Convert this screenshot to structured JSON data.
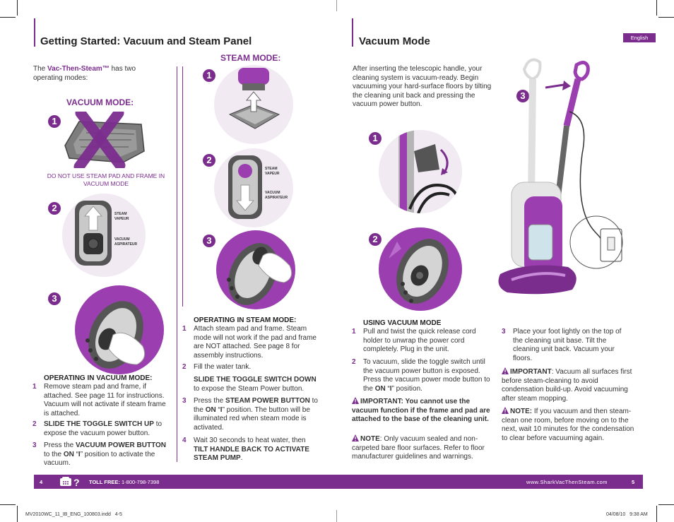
{
  "lang_tab": "English",
  "left_title": "Getting Started: Vacuum and Steam Panel",
  "right_title": "Vacuum Mode",
  "intro": {
    "pre": "The ",
    "brand": "Vac-Then-Steam™",
    "post": " has two operating modes:"
  },
  "vacuum_mode_label": "VACUUM MODE:",
  "steam_mode_label": "STEAM MODE:",
  "no_steam_pad_warning": "DO NOT USE STEAM PAD AND FRAME IN VACUUM MODE",
  "panel_labels": {
    "steam": "STEAM",
    "vapeur": "VAPEUR",
    "vacuum": "VACUUM",
    "aspirateur": "ASPIRATEUR"
  },
  "step_numbers": [
    "1",
    "2",
    "3"
  ],
  "operating_vacuum": {
    "heading": "OPERATING IN VACUUM MODE:",
    "steps": [
      {
        "n": "1",
        "text": "Remove steam pad and frame, if attached. See page 11 for instructions. Vacuum will not activate if steam frame is attached."
      },
      {
        "n": "2",
        "bold": "SLIDE THE TOGGLE SWITCH UP",
        "rest": " to expose the vacuum power button."
      },
      {
        "n": "3",
        "pre": "Press the ",
        "bold": "VACUUM POWER BUTTON",
        "mid": " to the ",
        "on": "ON",
        "q1": " “",
        "i": "I",
        "q2": "” position to activate the vacuum."
      }
    ]
  },
  "operating_steam": {
    "heading": "OPERATING IN STEAM MODE:",
    "s1": {
      "n": "1",
      "text": "Attach steam pad and frame. Steam mode will not work if the pad and frame are NOT attached. See page 8 for assembly instructions."
    },
    "s2": {
      "n": "2",
      "text": "Fill the water tank."
    },
    "s2b": {
      "bold": "SLIDE THE TOGGLE SWITCH DOWN",
      "rest": "to expose the Steam Power button."
    },
    "s3": {
      "n": "3",
      "pre": "Press the ",
      "bold": "STEAM POWER BUTTON",
      "mid": " to the ",
      "on": "ON",
      "q1": " “",
      "i": "I",
      "q2": "” position. The button will be illuminated red when steam mode is activated."
    },
    "s4": {
      "n": "4",
      "pre": "Wait 30 seconds to heat water, then ",
      "bold": "TILT HANDLE BACK TO ACTIVATE STEAM PUMP",
      "post": "."
    }
  },
  "vacuum_intro": "After inserting the telescopic handle, your cleaning system is vacuum-ready. Begin vacuuming your hard-surface floors by tilting the cleaning unit back and pressing the vacuum power button.",
  "using_vacuum": {
    "heading": "USING VACUUM MODE",
    "s1": {
      "n": "1",
      "text": "Pull and twist the quick release cord holder to unwrap the power cord completely. Plug in the unit."
    },
    "s2": {
      "n": "2",
      "pre": "To vacuum, slide the toggle switch until the vacuum power button is exposed. Press the vacuum power mode button to the ",
      "on": "ON",
      "q1": " “",
      "i": "I",
      "q2": "” position."
    },
    "important1": "IMPORTANT: You cannot use the vacuum function if the frame and pad are attached to the base of the cleaning unit.",
    "note1": {
      "b": "NOTE",
      "rest": ": Only vacuum sealed and non-carpeted bare floor surfaces. Refer to floor manufacturer guidelines and warnings."
    },
    "s3": {
      "n": "3",
      "text": "Place your foot lightly on the top of the cleaning unit base. Tilt the cleaning unit back. Vacuum your floors."
    },
    "important2": {
      "b": "IMPORTANT",
      "rest": ": Vacuum all surfaces first before steam-cleaning to avoid condensation build-up. Avoid vacuuming after steam mopping."
    },
    "note2": {
      "b": "NOTE:",
      "rest": " If you vacuum and then steam-clean one room, before moving on to the next, wait 10 minutes for the condensation to clear before vacuuming again."
    }
  },
  "footer": {
    "page_left": "4",
    "toll_label": "TOLL FREE:",
    "toll_number": "1-800-798-7398",
    "website": "www.SharkVacThenSteam.com",
    "page_right": "5"
  },
  "print_info": {
    "file": "MV2010WC_11_IB_ENG_100803.indd   4-5",
    "date": "04/08/10   9:38 AM"
  },
  "colors": {
    "accent": "#7b2d8e",
    "tint": "#f1eaf3"
  }
}
